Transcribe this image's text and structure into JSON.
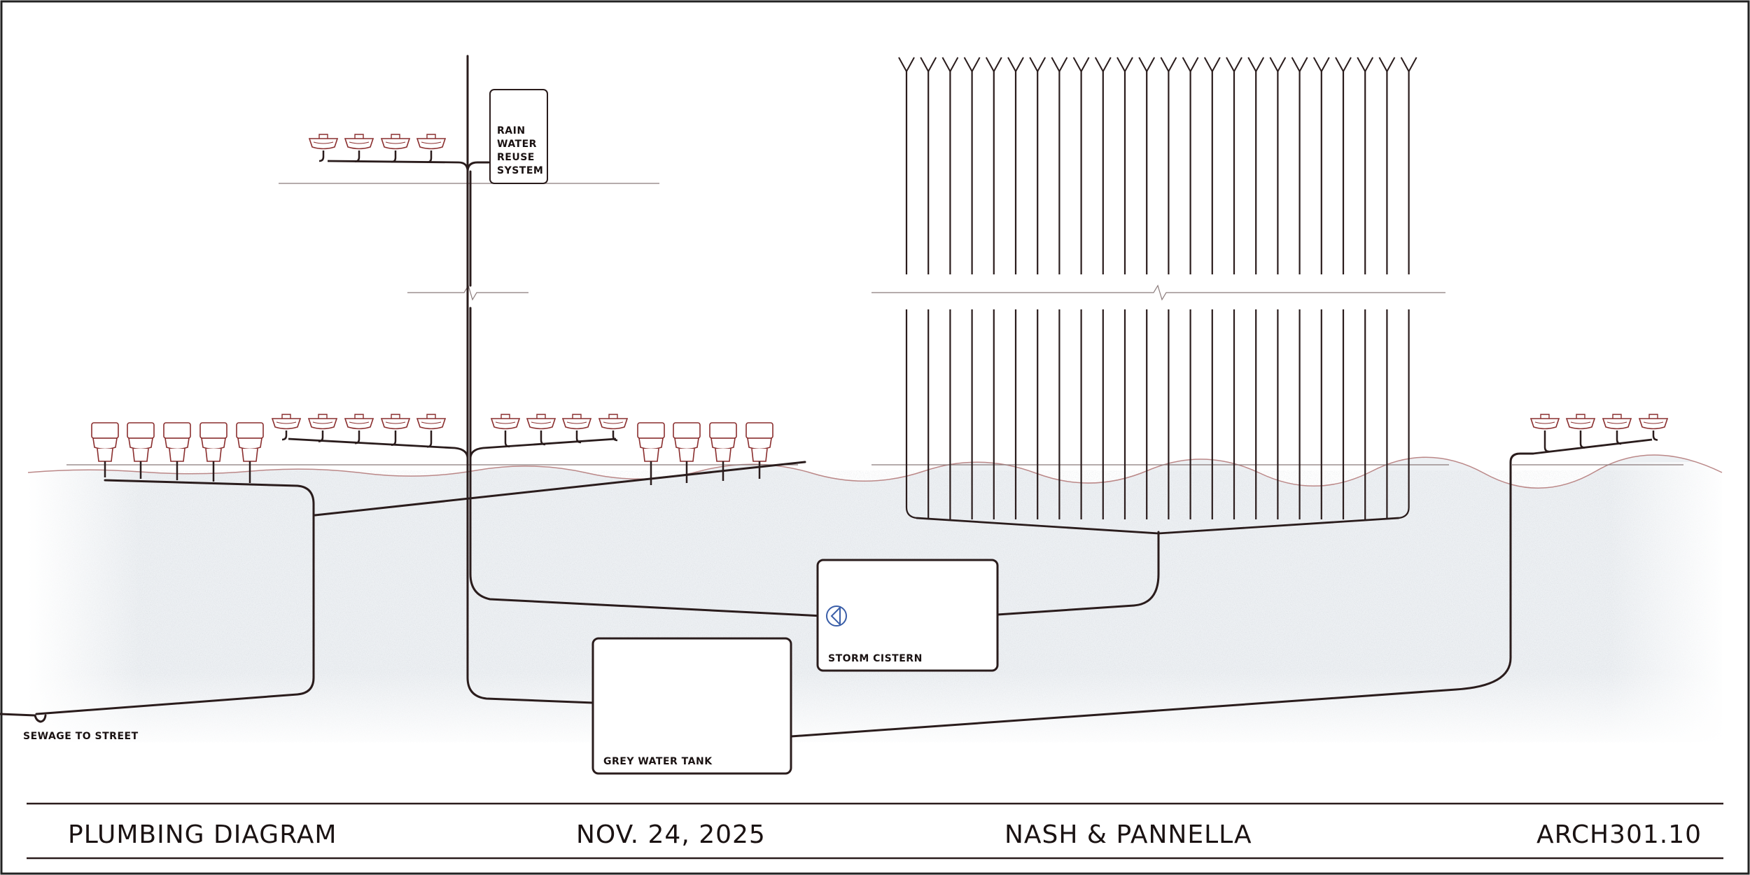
{
  "labels": {
    "rain_system": [
      "RAIN",
      "WATER",
      "REUSE",
      "SYSTEM"
    ],
    "storm_cistern": "STORM CISTERN",
    "grey_water_tank": "GREY WATER TANK",
    "sewage": "SEWAGE TO STREET"
  },
  "title_block": {
    "title": "PLUMBING DIAGRAM",
    "date": "NOV. 24, 2025",
    "authors": "NASH & PANNELLA",
    "course": "ARCH301.10"
  },
  "colors": {
    "pipe": "#2a1c1c",
    "fixture": "#8a2e2e",
    "ground": "#e9ecef",
    "pump": "#3a5ea8"
  }
}
